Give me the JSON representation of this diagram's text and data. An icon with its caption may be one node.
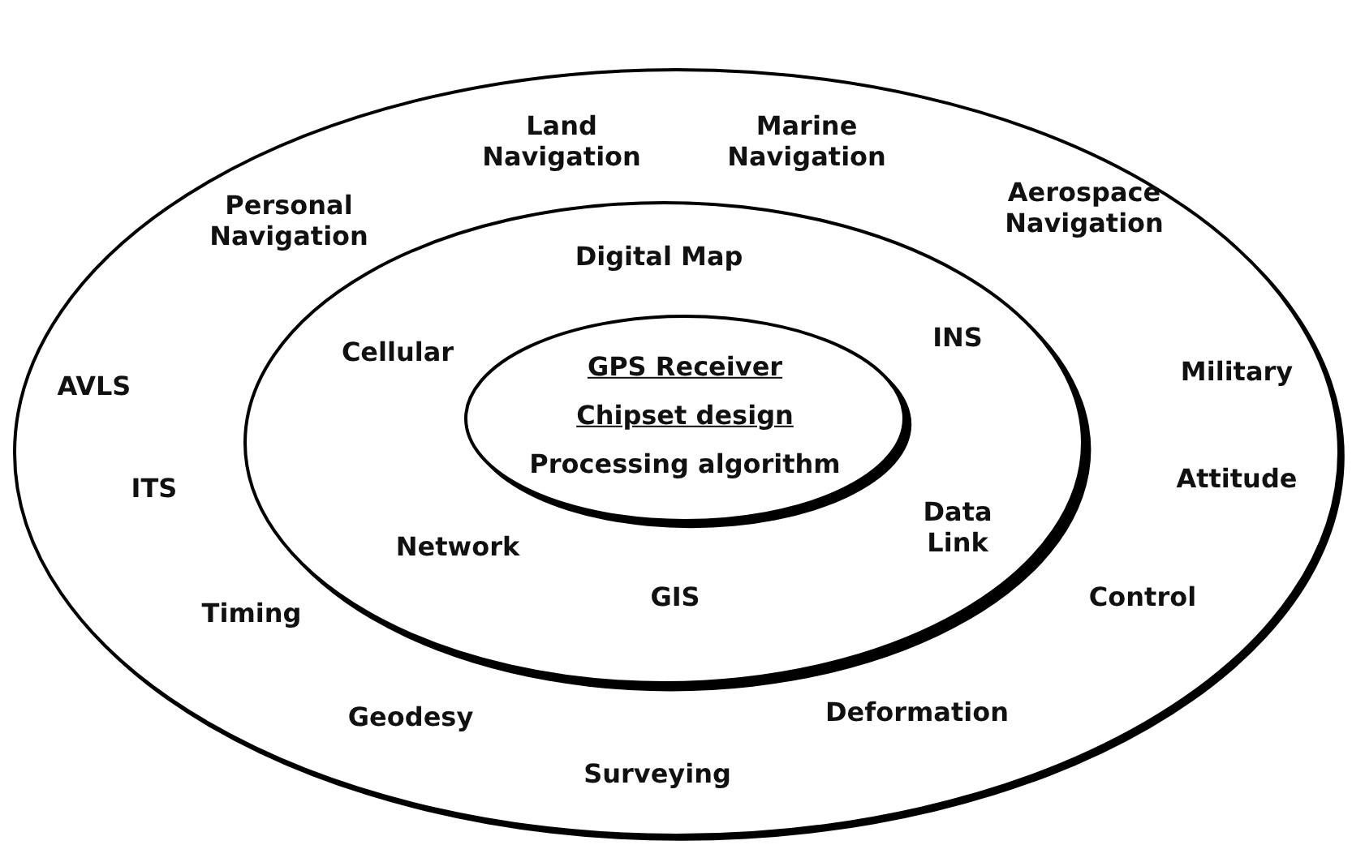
{
  "diagram": {
    "nodes": [
      {
        "text": [
          "Land Navigation",
          "Marine Navigation",
          "Personal Navigation",
          "Aerospace Navigation",
          "AVLS",
          "Military",
          "ITS",
          "Attitude",
          "Timing",
          "Control",
          "Geodesy",
          "Deformation",
          "Surveying"
        ]
      },
      {
        "text": [
          "Digital Map",
          "Cellular",
          "INS",
          "Network",
          "Data Link",
          "GIS"
        ],
        "in": 0
      },
      {
        "text": [
          "GPS Receiver",
          "Chipset design",
          "Processing algorithm"
        ],
        "in": 1
      }
    ]
  }
}
